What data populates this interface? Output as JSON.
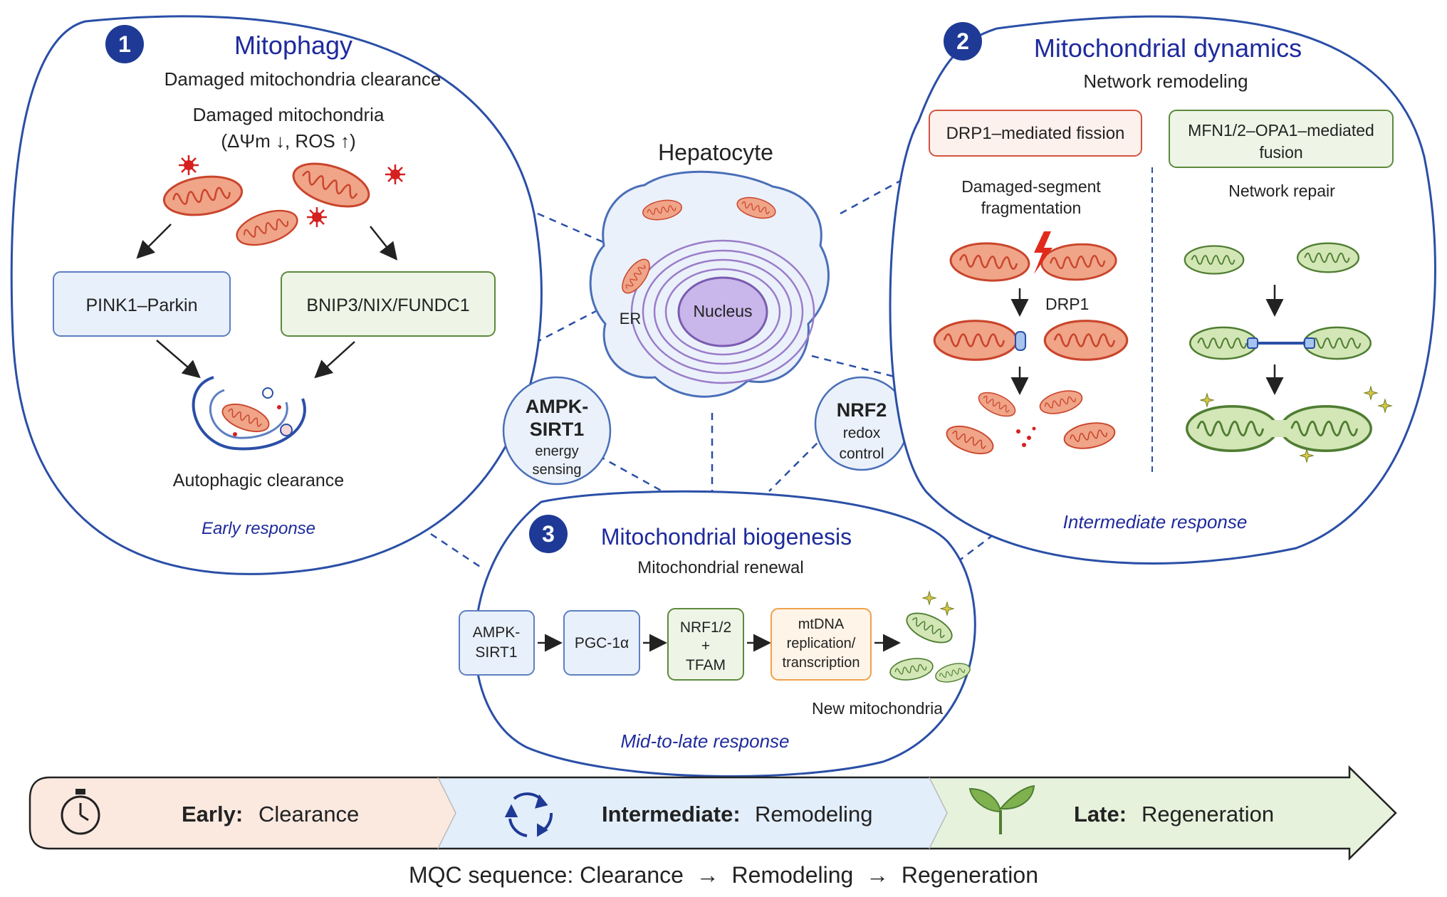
{
  "colors": {
    "navy": "#1f3a93",
    "title_blue": "#1e2a9c",
    "mito_red": "#d2553c",
    "mito_fill": "#f0a488",
    "mito_green": "#5c8a3c",
    "green_fill": "#c7dfa6",
    "orange": "#f0a04b",
    "box_blue": "#e8f0fb",
    "box_green": "#eef5e6",
    "timeline_early": "#fbe9e0",
    "timeline_mid": "#e3eefb",
    "timeline_late": "#e6f2dc"
  },
  "panel1": {
    "number": "1",
    "title": "Mitophagy",
    "subtitle": "Damaged mitochondria clearance",
    "damaged_label": "Damaged mitochondria",
    "damaged_sub": "(ΔΨm ↓, ROS ↑)",
    "box_left": "PINK1–Parkin",
    "box_right": "BNIP3/NIX/FUNDC1",
    "clearance_label": "Autophagic clearance",
    "response": "Early response"
  },
  "panel2": {
    "number": "2",
    "title": "Mitochondrial dynamics",
    "subtitle": "Network remodeling",
    "fission_box": "DRP1–mediated fission",
    "fusion_box_line1": "MFN1/2–OPA1–mediated",
    "fusion_box_line2": "fusion",
    "fission_label_line1": "Damaged-segment",
    "fission_label_line2": "fragmentation",
    "drp1_label": "DRP1",
    "repair_label": "Network repair",
    "response": "Intermediate response"
  },
  "panel3": {
    "number": "3",
    "title": "Mitochondrial biogenesis",
    "subtitle": "Mitochondrial renewal",
    "step1_line1": "AMPK-",
    "step1_line2": "SIRT1",
    "step2": "PGC-1α",
    "step3_line1": "NRF1/2",
    "step3_line2": "+",
    "step3_line3": "TFAM",
    "step4_line1": "mtDNA",
    "step4_line2": "replication/",
    "step4_line3": "transcription",
    "new_label": "New mitochondria",
    "response": "Mid-to-late response"
  },
  "center": {
    "title": "Hepatocyte",
    "nucleus": "Nucleus",
    "er": "ER",
    "ampk_line1": "AMPK-",
    "ampk_line2": "SIRT1",
    "ampk_line3": "energy",
    "ampk_line4": "sensing",
    "nrf2_line1": "NRF2",
    "nrf2_line2": "redox",
    "nrf2_line3": "control"
  },
  "timeline": {
    "early_bold": "Early:",
    "early_text": "Clearance",
    "mid_bold": "Intermediate:",
    "mid_text": "Remodeling",
    "late_bold": "Late:",
    "late_text": "Regeneration",
    "icons": [
      "stopwatch-icon",
      "cycle-arrows-icon",
      "sprout-icon"
    ]
  },
  "footer": {
    "text": "MQC sequence: Clearance  →  Remodeling  →  Regeneration"
  }
}
